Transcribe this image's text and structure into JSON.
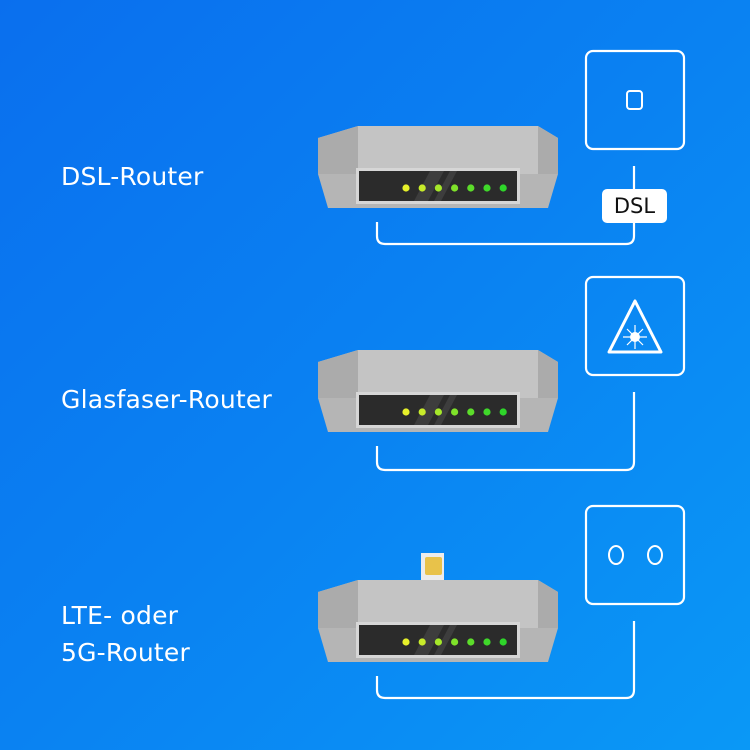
{
  "rows": [
    {
      "id": "dsl",
      "label": "DSL-Router",
      "socket": "dsl-socket-icon",
      "badge": "DSL"
    },
    {
      "id": "fiber",
      "label": "Glasfaser-Router",
      "socket": "laser-warning-icon"
    },
    {
      "id": "lte",
      "label_lines": [
        "LTE- oder",
        "5G-Router"
      ],
      "socket": "antenna-socket-icon",
      "accessory": "sim-card-icon"
    }
  ],
  "router": {
    "led_count": 7,
    "led_colors": [
      "#e6f02a",
      "#c8ec2a",
      "#a6e82a",
      "#7fe22a",
      "#5cdc2a",
      "#3fd82a",
      "#2ed62a"
    ]
  },
  "colors": {
    "bg_start": "#0a6fee",
    "bg_end": "#0a98f6",
    "line": "#ffffff",
    "router_body": "#b9b9b9",
    "router_panel": "#2b2b2b"
  }
}
